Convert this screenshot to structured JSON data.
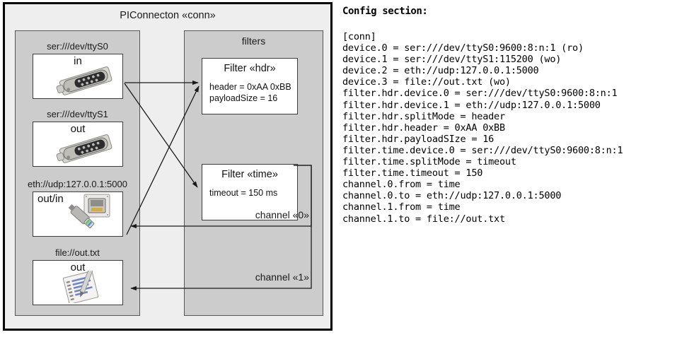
{
  "diagram": {
    "title": "PIConnecton «conn»",
    "devices_panel": {
      "name": "devices-panel",
      "items": [
        {
          "label": "ser:///dev/ttyS0",
          "direction": "in",
          "icon": "serial-port-icon"
        },
        {
          "label": "ser:///dev/ttyS1",
          "direction": "out",
          "icon": "serial-port-icon"
        },
        {
          "label": "eth://udp:127.0.0.1:5000",
          "direction": "out/in",
          "icon": "ethernet-jack-icon"
        },
        {
          "label": "file://out.txt",
          "direction": "out",
          "icon": "text-file-icon"
        }
      ]
    },
    "filters_panel": {
      "title": "filters",
      "filters": [
        {
          "title": "Filter «hdr»",
          "props": [
            "header = 0xAA 0xBB",
            "payloadSize = 16"
          ]
        },
        {
          "title": "Filter «time»",
          "props": [
            "timeout = 150 ms"
          ]
        }
      ]
    },
    "channels": [
      {
        "label": "channel «0»"
      },
      {
        "label": "channel «1»"
      }
    ]
  },
  "config": {
    "heading": "Config section:",
    "lines": [
      "[conn]",
      "device.0 = ser:///dev/ttyS0:9600:8:n:1 (ro)",
      "device.1 = ser:///dev/ttyS1:115200 (wo)",
      "device.2 = eth://udp:127.0.0.1:5000",
      "device.3 = file://out.txt (wo)",
      "filter.hdr.device.0 = ser:///dev/ttyS0:9600:8:n:1",
      "filter.hdr.device.1 = eth://udp:127.0.0.1:5000",
      "filter.hdr.splitMode = header",
      "filter.hdr.header = 0xAA 0xBB",
      "filter.hdr.payloadSIze = 16",
      "filter.time.device.0 = ser:///dev/ttyS0:9600:8:n:1",
      "filter.time.splitMode = timeout",
      "filter.time.timeout = 150",
      "channel.0.from = time",
      "channel.0.to = eth://udp:127.0.0.1:5000",
      "channel.1.from = time",
      "channel.1.to = file://out.txt"
    ]
  },
  "colors": {
    "panel_fill": "#cccccc",
    "diagram_fill": "#eeeeee",
    "card_fill": "#ffffff",
    "line": "#1a1a1a"
  }
}
